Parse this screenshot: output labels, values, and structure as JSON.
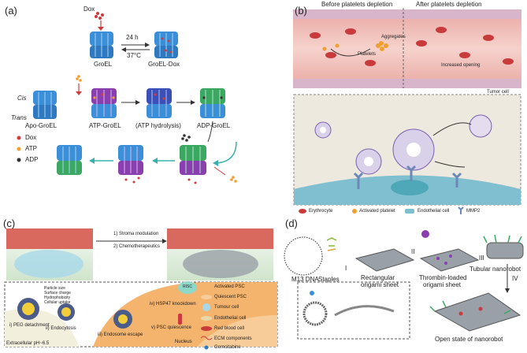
{
  "panel_a": {
    "label": "(a)",
    "dox_top": "Dox",
    "groel": "GroEL",
    "arrow_time": "24 h",
    "arrow_temp": "37°C",
    "groel_dox": "GroEL-Dox",
    "cis": "Cis",
    "trans": "Trans",
    "apo": "Apo-GroEL",
    "atp_groel": "ATP-GroEL",
    "atp_hydrolysis": "(ATP hydrolysis)",
    "adp_groel": "ADP-GroEL",
    "legend": [
      "Dox",
      "ATP",
      "ADP"
    ],
    "colors": {
      "dox": "#d23b3b",
      "atp": "#f0a030",
      "adp": "#333333",
      "groel": "#3a8fd8",
      "atp_state": "#8a3fb0",
      "hydro": "#3b4fb8",
      "adp_state": "#3aa860"
    }
  },
  "panel_b": {
    "label": "(b)",
    "before": "Before platelets depletion",
    "after": "After platelets depletion",
    "aggregates": "Aggregates",
    "platelets": "Platelets",
    "increased_opening": "Increased opening",
    "tumor_cell": "Tumor cell",
    "legend": [
      "Erythrocyte",
      "Activated platelet",
      "Endothelial cell",
      "MMP2"
    ]
  },
  "panel_c": {
    "label": "(c)",
    "step1": "1) Stroma modulation",
    "step2": "2) Chemotherapeutics",
    "particle_props": [
      "Particle size",
      "Surface charge",
      "Hydrophobicity",
      "Cellular uptake"
    ],
    "steps": [
      "i) PEG detachment",
      "ii) Endocytosis",
      "iii) Endosome escape",
      "iv) HSP47 knockdown",
      "v) PSC quiescence"
    ],
    "risc": "RISC",
    "nucleus": "Nucleus",
    "extracellular": "Extracellular pH~6.5",
    "legend": [
      "Activated PSC",
      "Quiescent PSC",
      "Tumour cell",
      "Endothelial cell",
      "Red blood cell",
      "ECM components",
      "Gemcitabine"
    ]
  },
  "panel_d": {
    "label": "(d)",
    "m13": "M13 DNA",
    "staples": "Staples",
    "rect": "Rectangular",
    "rect2": "origami sheet",
    "thrombin": "Thrombin-loaded",
    "thrombin2": "origami sheet",
    "tubular": "Tubular nanorobot",
    "steps": [
      "I",
      "II",
      "III",
      "IV"
    ],
    "open_state": "Open state of nanorobot"
  }
}
